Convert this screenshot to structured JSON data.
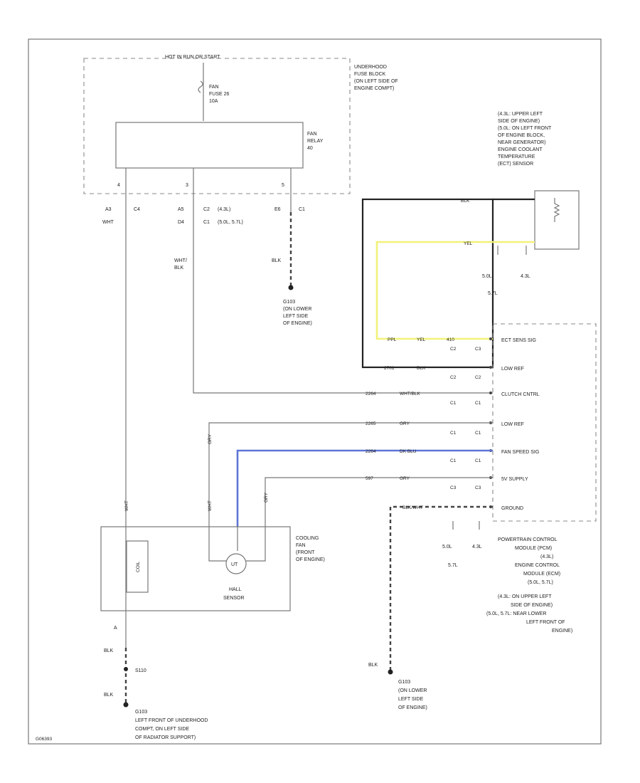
{
  "diagram": {
    "id": "G06393",
    "underhood_fuse_block": {
      "hot_label": "HOT IN RUN OR START",
      "desc": [
        "UNDERHOOD",
        "FUSE BLOCK",
        "(ON LEFT SIDE OF",
        "ENGINE COMPT)"
      ],
      "fuse": [
        "FAN",
        "FUSE 26",
        "10A"
      ],
      "relay": [
        "FAN",
        "RELAY",
        "40"
      ],
      "relay_pins": [
        "4",
        "3",
        "5"
      ]
    },
    "connectors_top": {
      "col1": [
        "A3",
        "WHT"
      ],
      "col1b": "C4",
      "col2a": [
        "A5",
        "D4"
      ],
      "col2b": [
        "C2",
        "C1"
      ],
      "col2c": [
        "(4.3L)",
        "(5.0L, 5.7L)"
      ],
      "col3a": "E6",
      "col3b": "C1"
    },
    "wire_top_labels": {
      "wht_blk": [
        "WHT/",
        "BLK"
      ],
      "blk": "BLK"
    },
    "ground_g103": [
      "G103",
      "(ON LOWER",
      "LEFT SIDE",
      "OF ENGINE)"
    ],
    "ect_sensor_desc": [
      "(4.3L: UPPER LEFT",
      "SIDE OF ENGINE)",
      "(5.0L: ON LEFT FRONT",
      "OF ENGINE BLOCK,",
      "NEAR GENERATOR)",
      "ENGINE COOLANT",
      "TEMPERATURE",
      "(ECT) SENSOR"
    ],
    "ect_wire_labels": {
      "blk": "BLK",
      "yel": "YEL",
      "ppl": "PPL",
      "yel2": "YEL",
      "circuit_410": "410",
      "circuit_2701": "2701",
      "blk2": "BLK"
    },
    "ect_notes": {
      "a": [
        "5.0L",
        "5.7L"
      ],
      "b": "4.3L"
    },
    "pcm_pins": [
      {
        "label": "ECT SENS SIG",
        "c1": "C2",
        "c2": "C3"
      },
      {
        "label": "LOW REF",
        "c1": "C2",
        "c2": "C2"
      },
      {
        "label": "CLUTCH CNTRL",
        "c1": "C1",
        "c2": "C1"
      },
      {
        "label": "LOW REF",
        "c1": "C1",
        "c2": "C1"
      },
      {
        "label": "FAN SPEED SIG",
        "c1": "C1",
        "c2": "C1"
      },
      {
        "label": "5V SUPPLY",
        "c1": "C3",
        "c2": "C3"
      },
      {
        "label": "GROUND",
        "c1": "",
        "c2": ""
      }
    ],
    "pcm_wires": [
      {
        "circuit": "2264",
        "color": "WHT/BLK"
      },
      {
        "circuit": "2265",
        "color": "GRY"
      },
      {
        "circuit": "2264",
        "color": "DK BLU"
      },
      {
        "circuit": "597",
        "color": "GRY"
      },
      {
        "circuit": "",
        "color": "BLK/WHT"
      }
    ],
    "pcm_desc": [
      "POWERTRAIN CONTROL",
      "MODULE (PCM)",
      "(4.3L)",
      "ENGINE CONTROL",
      "MODULE (ECM)",
      "(5.0L, 5.7L)",
      "(4.3L: ON UPPER LEFT",
      "SIDE OF ENGINE)",
      "(5.0L, 5.7L: NEAR LOWER",
      "LEFT FRONT OF",
      "ENGINE)"
    ],
    "pcm_notes": {
      "a": [
        "5.0L",
        "5.7L"
      ],
      "b": "4.3L"
    },
    "fan_wire_labels": [
      "WHT",
      "GRY",
      "WHT",
      "GRY"
    ],
    "cooling_fan": [
      "COOLING",
      "FAN",
      "(FRONT",
      "OF ENGINE)"
    ],
    "hall_sensor": [
      "HALL",
      "SENSOR"
    ],
    "fan_coil": "COIL",
    "hall_symbol": "UT",
    "fan_pin_a": "A",
    "bottom_left": {
      "blk1": "BLK",
      "splice": "S110",
      "blk2": "BLK",
      "ground": [
        "G103",
        "LEFT FRONT OF UNDERHOOD",
        "COMPT, ON LEFT SIDE",
        "OF RADIATOR SUPPORT)"
      ]
    },
    "bottom_right": {
      "blk": "BLK",
      "ground": [
        "G103",
        "(ON LOWER",
        "LEFT SIDE",
        "OF ENGINE)"
      ]
    },
    "colors": {
      "highlight_yellow": "#f2f27a",
      "highlight_blue": "#5f75d6"
    }
  }
}
